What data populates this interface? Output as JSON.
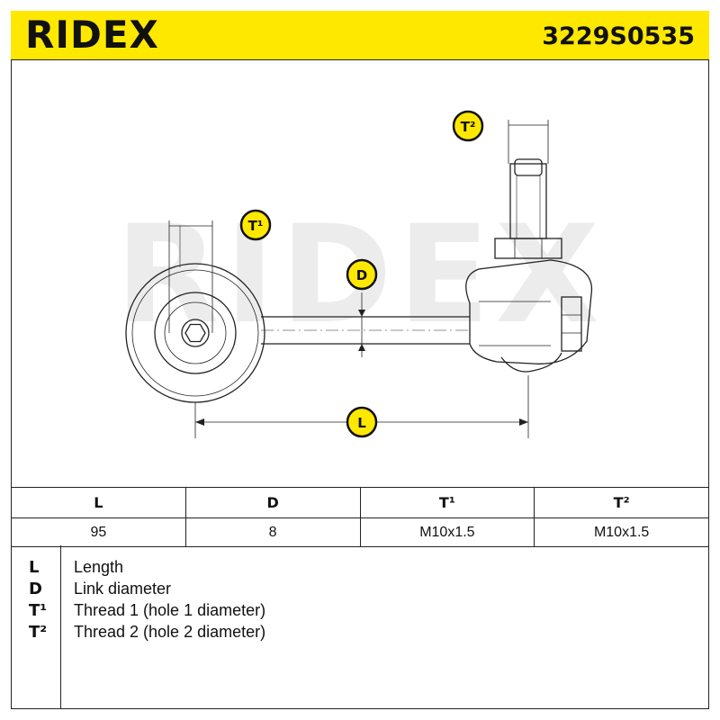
{
  "header": {
    "brand": "RIDEX",
    "part_number": "3229S0535",
    "background_color": "#ffe800"
  },
  "drawing": {
    "watermark": "RIDEX",
    "labels": {
      "t2": "T²",
      "t1": "T¹",
      "d": "D",
      "l": "L"
    },
    "badge_color": "#ffe800"
  },
  "spec_table": {
    "headers": [
      "L",
      "D",
      "T¹",
      "T²"
    ],
    "values": [
      "95",
      "8",
      "M10x1.5",
      "M10x1.5"
    ]
  },
  "legend": [
    {
      "key": "L",
      "description": "Length"
    },
    {
      "key": "D",
      "description": "Link diameter"
    },
    {
      "key": "T¹",
      "description": "Thread 1 (hole 1 diameter)"
    },
    {
      "key": "T²",
      "description": "Thread 2 (hole 2 diameter)"
    }
  ]
}
